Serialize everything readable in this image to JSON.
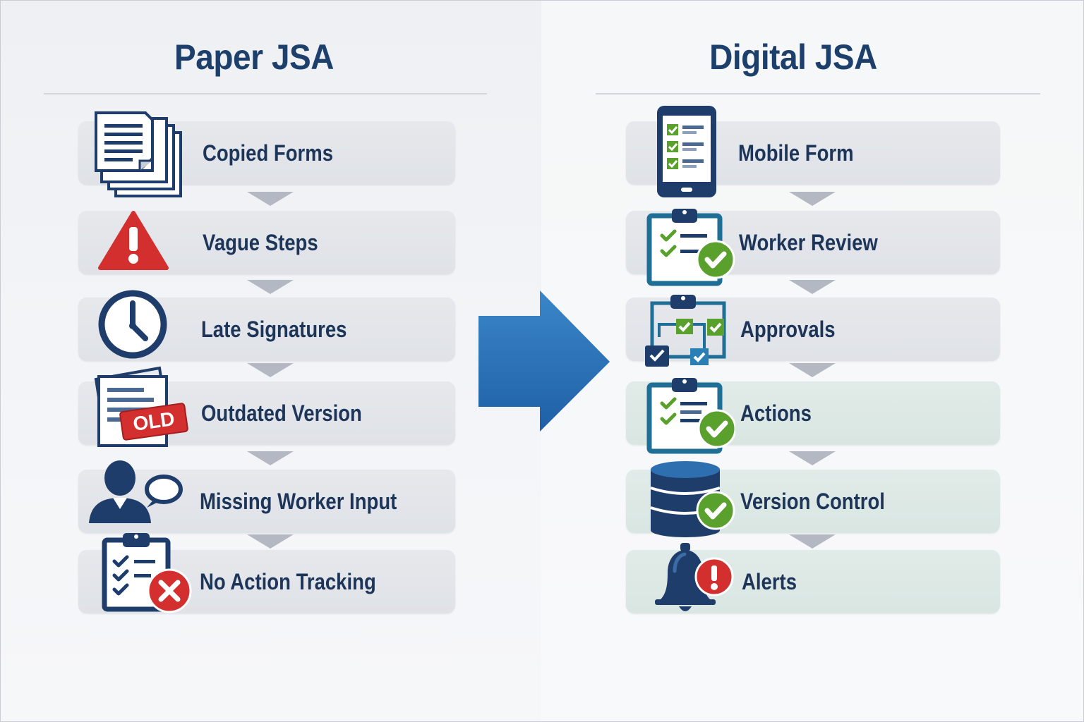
{
  "left_panel": {
    "title": "Paper JSA",
    "items": [
      {
        "label": "Copied Forms",
        "icon": "stacked-papers-icon"
      },
      {
        "label": "Vague Steps",
        "icon": "warning-triangle-icon"
      },
      {
        "label": "Late Signatures",
        "icon": "clock-icon"
      },
      {
        "label": "Outdated Version",
        "icon": "old-document-icon",
        "badge": "OLD"
      },
      {
        "label": "Missing Worker Input",
        "icon": "worker-speech-icon"
      },
      {
        "label": "No Action Tracking",
        "icon": "clipboard-x-icon"
      }
    ]
  },
  "right_panel": {
    "title": "Digital JSA",
    "items": [
      {
        "label": "Mobile Form",
        "icon": "mobile-checklist-icon"
      },
      {
        "label": "Worker Review",
        "icon": "clipboard-check-icon"
      },
      {
        "label": "Approvals",
        "icon": "approval-flow-icon"
      },
      {
        "label": "Actions",
        "icon": "clipboard-check-icon"
      },
      {
        "label": "Version Control",
        "icon": "database-check-icon"
      },
      {
        "label": "Alerts",
        "icon": "bell-alert-icon"
      }
    ]
  },
  "transition_arrow": "right-arrow-icon",
  "colors": {
    "heading": "#1d3f6b",
    "label": "#1d3558",
    "navy": "#1f3d6b",
    "red": "#d32f2f",
    "green": "#5aa02c",
    "blue_arrow": "#2a6fb5",
    "card": "#e3e5e9",
    "card_teal": "#dde8e5",
    "connector": "#b3b8c3"
  }
}
